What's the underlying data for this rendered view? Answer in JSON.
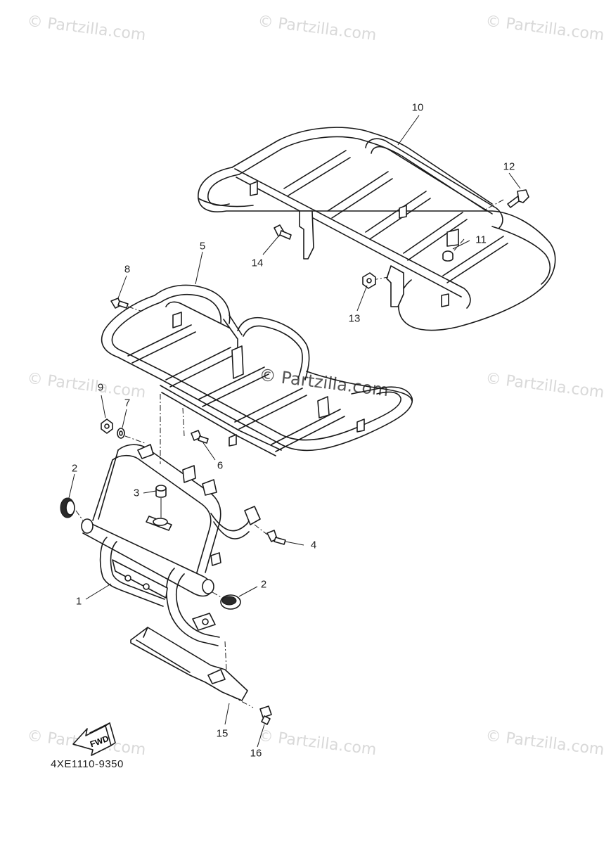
{
  "watermark": "© Partzilla.com",
  "diagram_code": "4XE1110-9350",
  "fwd_label": "FWD",
  "callouts": [
    {
      "id": "c1",
      "label": "1"
    },
    {
      "id": "c2a",
      "label": "2"
    },
    {
      "id": "c2b",
      "label": "2"
    },
    {
      "id": "c3",
      "label": "3"
    },
    {
      "id": "c4",
      "label": "4"
    },
    {
      "id": "c5",
      "label": "5"
    },
    {
      "id": "c6",
      "label": "6"
    },
    {
      "id": "c7",
      "label": "7"
    },
    {
      "id": "c8",
      "label": "8"
    },
    {
      "id": "c9",
      "label": "9"
    },
    {
      "id": "c10",
      "label": "10"
    },
    {
      "id": "c11",
      "label": "11"
    },
    {
      "id": "c12",
      "label": "12"
    },
    {
      "id": "c13",
      "label": "13"
    },
    {
      "id": "c14",
      "label": "14"
    },
    {
      "id": "c15",
      "label": "15"
    },
    {
      "id": "c16",
      "label": "16"
    }
  ]
}
